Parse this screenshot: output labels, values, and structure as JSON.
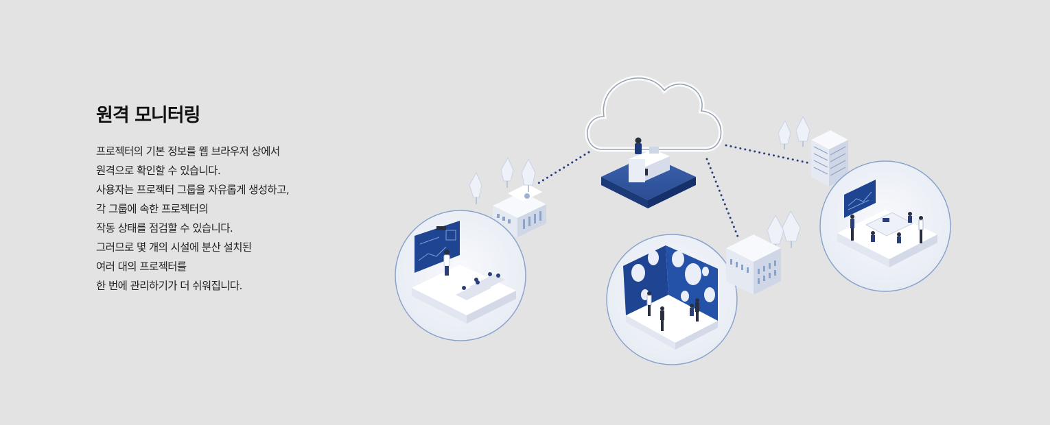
{
  "section": {
    "title": "원격 모니터링",
    "lines": [
      "프로젝터의 기본 정보를 웹 브라우저 상에서",
      "원격으로 확인할 수 있습니다.",
      "사용자는 프로젝터 그룹을 자유롭게 생성하고,",
      "각 그룹에 속한 프로젝터의",
      "작동 상태를 점검할 수 있습니다.",
      "그러므로 몇 개의 시설에 분산 설치된",
      "여러 대의 프로젝터를",
      "한 번에 관리하기가 더 쉬워집니다."
    ]
  },
  "colors": {
    "background": "#e3e3e4",
    "accent": "#2e4f8f",
    "navy": "#1d3b7c",
    "light": "#f4f6fa"
  },
  "illustration": {
    "icons": [
      "cloud-icon",
      "server-platform",
      "classroom-scene",
      "museum-scene",
      "meeting-room-scene",
      "building-icon",
      "tree-icon"
    ]
  }
}
